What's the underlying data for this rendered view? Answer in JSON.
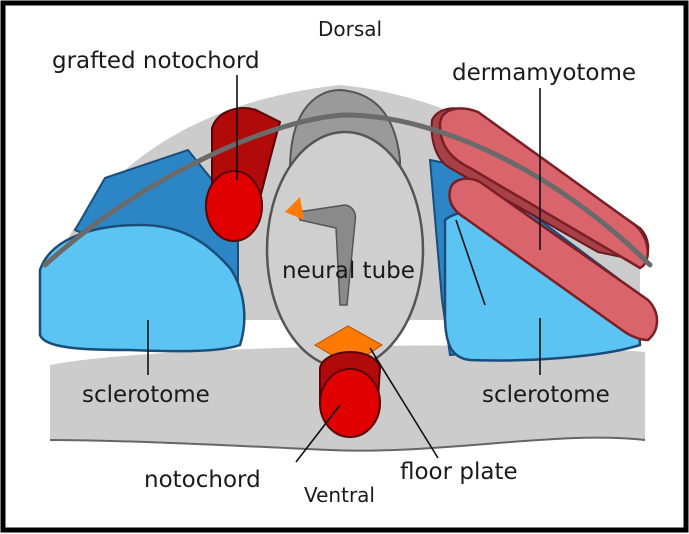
{
  "labels": {
    "dorsal": "Dorsal",
    "ventral": "Ventral",
    "grafted_notochord": "grafted notochord",
    "dermamyotome": "dermamyotome",
    "neural_tube": "neural tube",
    "sclerotome_left": "sclerotome",
    "sclerotome_right": "sclerotome",
    "notochord": "notochord",
    "floor_plate": "floor plate"
  },
  "colors": {
    "border": "#000000",
    "tissue_gray": "#cccccc",
    "ectoderm_line": "#6a6a6a",
    "sclerotome_light_blue": "#5cc4f2",
    "sclerotome_dark_blue": "#2c86c6",
    "dermamyotome_red": "#d9646c",
    "notochord_red": "#e00000",
    "floor_plate_orange": "#ff7a00",
    "neural_tube_gray": "#9a9a9a"
  }
}
